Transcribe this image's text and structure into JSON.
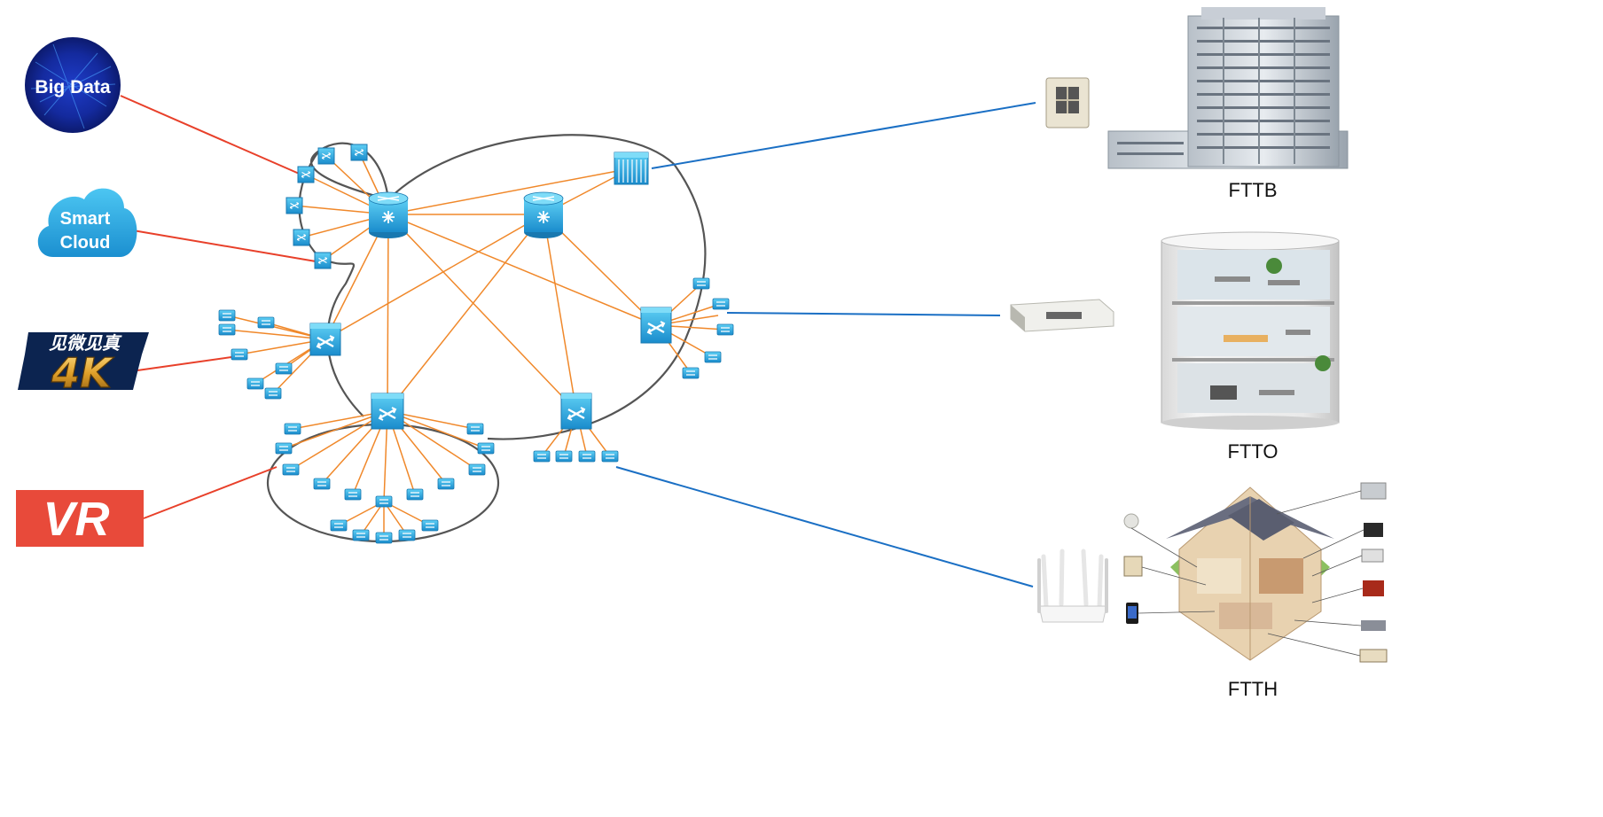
{
  "services": {
    "big_data": "Big Data",
    "smart_cloud": [
      "Smart",
      "Cloud"
    ],
    "fourk": {
      "top": "见微见真",
      "main": "4K"
    },
    "vr": "VR"
  },
  "captions": {
    "fttb": "FTTB",
    "ftto": "FTTO",
    "ftth": "FTTH"
  },
  "colors": {
    "service_link": "#e8402a",
    "access_link": "#1a6fc4",
    "mesh_link": "#f0882a",
    "ring": "#555555",
    "device": "#2aa6e0"
  }
}
